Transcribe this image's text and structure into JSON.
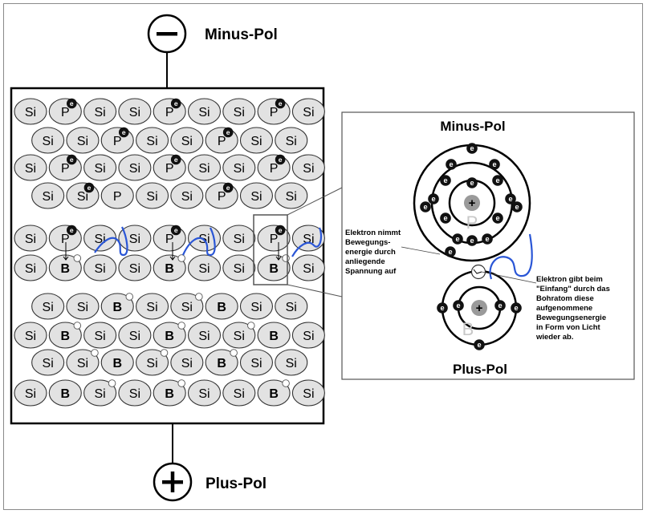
{
  "terminals": {
    "top": {
      "symbol": "−",
      "label": "Minus-Pol"
    },
    "bottom": {
      "symbol": "+",
      "label": "Plus-Pol"
    }
  },
  "lattice": {
    "rows": [
      {
        "items": [
          "Si",
          "P",
          "Si",
          "Si",
          "P",
          "Si",
          "Si",
          "P",
          "Si"
        ],
        "electrons": [
          1,
          4,
          7
        ],
        "holes": [],
        "offset": false
      },
      {
        "items": [
          "Si",
          "Si",
          "P",
          "Si",
          "Si",
          "P",
          "Si",
          "Si"
        ],
        "electrons": [
          2,
          5
        ],
        "holes": [],
        "offset": true
      },
      {
        "items": [
          "Si",
          "P",
          "Si",
          "Si",
          "P",
          "Si",
          "Si",
          "P",
          "Si"
        ],
        "electrons": [
          1,
          4,
          7
        ],
        "holes": [],
        "offset": false
      },
      {
        "items": [
          "Si",
          "Si",
          "P",
          "Si",
          "Si",
          "P",
          "Si",
          "Si"
        ],
        "electrons": [
          1,
          5
        ],
        "holes": [],
        "offset": true
      },
      {
        "items": [
          "Si",
          "P",
          "Si",
          "Si",
          "P",
          "Si",
          "Si",
          "P",
          "Si"
        ],
        "electrons": [
          1,
          4,
          7
        ],
        "holes": [],
        "offset": false
      },
      {
        "items": [
          "Si",
          "B",
          "Si",
          "Si",
          "B",
          "Si",
          "Si",
          "B",
          "Si"
        ],
        "electrons": [],
        "holes": [
          1,
          4,
          7
        ],
        "offset": false
      },
      {
        "items": [
          "Si",
          "Si",
          "B",
          "Si",
          "Si",
          "B",
          "Si",
          "Si"
        ],
        "electrons": [],
        "holes": [
          2,
          4
        ],
        "offset": true
      },
      {
        "items": [
          "Si",
          "B",
          "Si",
          "Si",
          "B",
          "Si",
          "Si",
          "B",
          "Si"
        ],
        "electrons": [],
        "holes": [
          1,
          4,
          6
        ],
        "offset": false
      },
      {
        "items": [
          "Si",
          "Si",
          "B",
          "Si",
          "Si",
          "B",
          "Si",
          "Si"
        ],
        "electrons": [],
        "holes": [
          1,
          3,
          5
        ],
        "offset": true
      },
      {
        "items": [
          "Si",
          "B",
          "Si",
          "Si",
          "B",
          "Si",
          "Si",
          "B",
          "Si"
        ],
        "electrons": [],
        "holes": [
          2,
          4,
          7
        ],
        "offset": false
      }
    ],
    "electron_symbol": "e"
  },
  "detail": {
    "title_top": "Minus-Pol",
    "title_bottom": "Plus-Pol",
    "atom_top_letter": "P",
    "atom_bottom_letter": "B",
    "nucleus_symbol": "+",
    "note_left": [
      "Elektron nimmt",
      "Bewegungs-",
      "energie durch",
      "anliegende",
      "Spannung auf"
    ],
    "note_right": [
      "Elektron gibt beim",
      "\"Einfang\" durch das",
      "Bohratom diese",
      "aufgenommene",
      "Bewegungsenergie",
      "in Form von Licht",
      "wieder ab."
    ]
  },
  "colors": {
    "atom_fill": "#e2e2e2",
    "electron_fill": "#111111",
    "wave": "#2a56d6",
    "nucleus": "#9a9a9a",
    "ghost_letter": "#c8c8c8"
  }
}
